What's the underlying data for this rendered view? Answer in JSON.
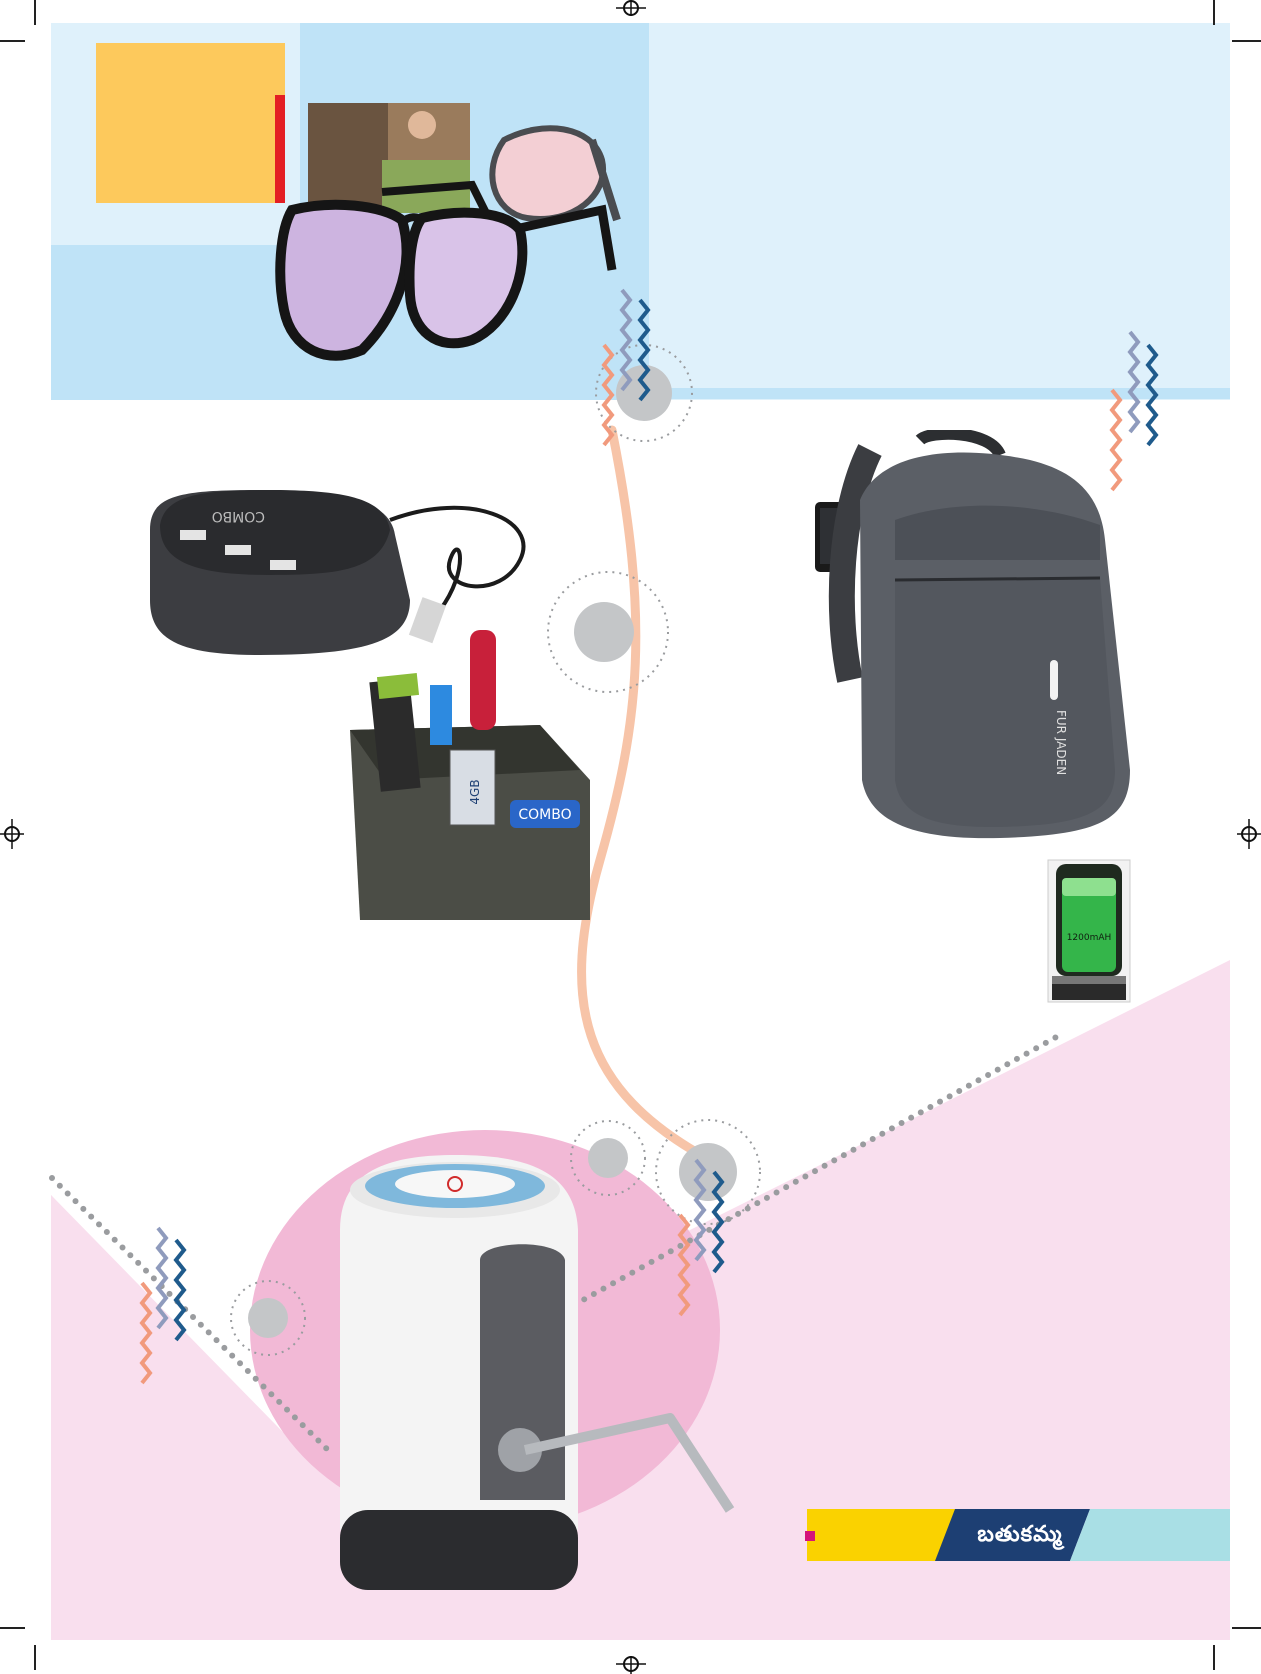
{
  "masthead": {
    "label": "బతుకమ్మ",
    "colors": {
      "yellow": "#fad200",
      "navy": "#1d3f73",
      "aqua": "#a9dfe5",
      "accent": "#d4147a"
    }
  },
  "products": {
    "card_reader": {
      "brand_text": "COMBO",
      "card_label": "4GB"
    },
    "battery": {
      "capacity_label": "1200mAH"
    },
    "backpack": {
      "brand_text": "FUR JADEN"
    }
  },
  "palette": {
    "top_blue": "#bfe3f7",
    "top_light": "#dff1fb",
    "yellow_box": "#fdc95c",
    "red_bar": "#e31e24",
    "pink": "#f9dfee",
    "pink_deep": "#f2b9d6",
    "peach_wave": "#f7c4a8",
    "grey_dot": "#c4c6c8"
  }
}
